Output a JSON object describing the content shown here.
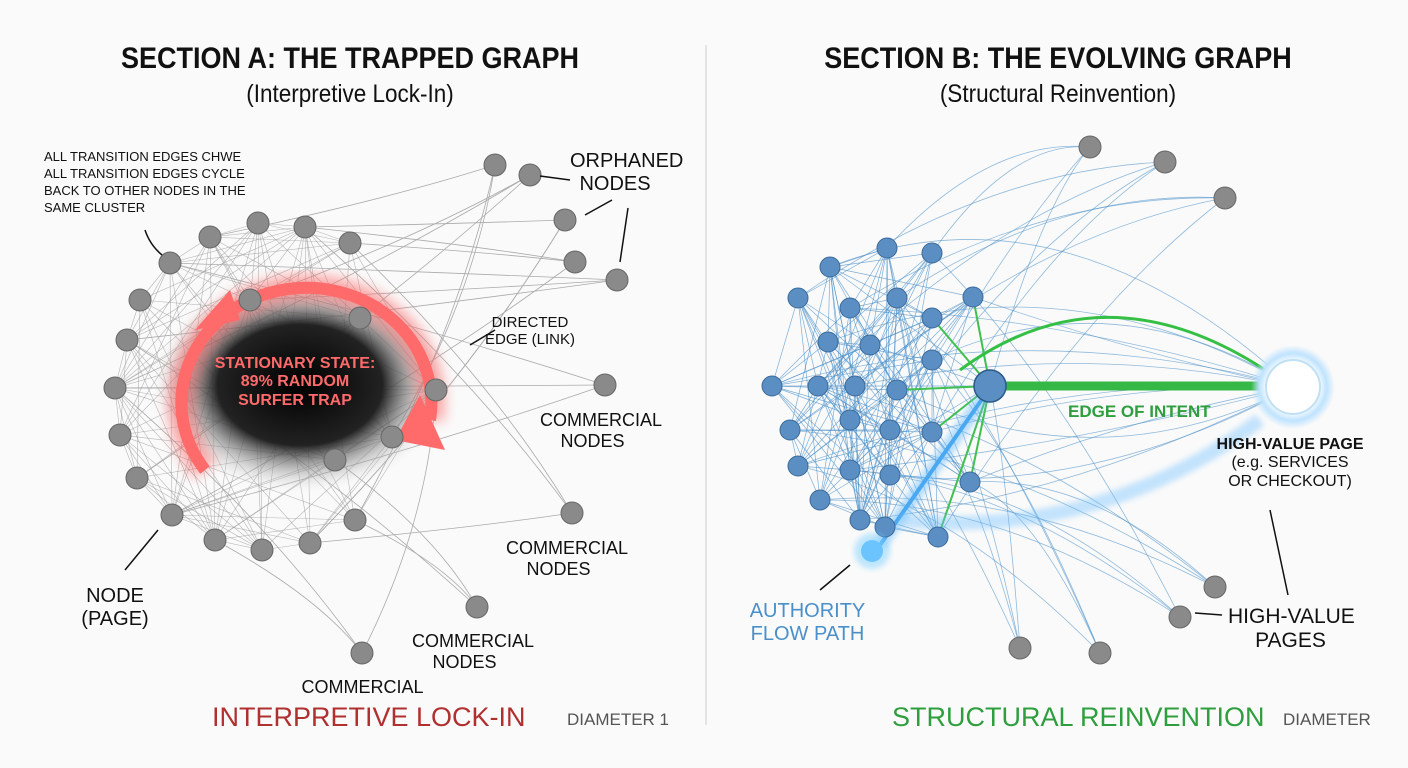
{
  "section_a": {
    "title": "SECTION A: THE TRAPPED GRAPH",
    "subtitle": "(Interpretive Lock-In)",
    "note_line1": "ALL TRANSITION EDGES CHWE",
    "note_line2": "ALL TRANSITION EDGES CYCLE",
    "note_line3": "BACK TO OTHER NODES IN THE",
    "note_line4": "SAME CLUSTER",
    "orphaned_1": "ORPHANED",
    "orphaned_2": "NODES",
    "directed_1": "DIRECTED",
    "directed_2": "EDGE (LINK)",
    "trap_1": "STATIONARY STATE:",
    "trap_2": "89% RANDOM",
    "trap_3": "SURFER TRAP",
    "commercial_a1": "COMMERCIAL",
    "commercial_a2": "NODES",
    "commercial_b1": "COMMERCIAL",
    "commercial_b2": "NODES",
    "commercial_c1": "COMMERCIAL",
    "commercial_c2": "NODES",
    "commercial_d": "COMMERCIAL",
    "node_1": "NODE",
    "node_2": "(PAGE)",
    "footer": "INTERPRETIVE LOCK-IN",
    "diameter": "DIAMETER 1"
  },
  "section_b": {
    "title": "SECTION B: THE EVOLVING GRAPH",
    "subtitle": "(Structural Reinvention)",
    "edge_of_intent": "EDGE OF INTENT",
    "hv_page_1": "HIGH-VALUE PAGE",
    "hv_page_2": "(e.g. SERVICES",
    "hv_page_3": "OR CHECKOUT)",
    "hv_pages_1": "HIGH-VALUE",
    "hv_pages_2": "PAGES",
    "authority_1": "AUTHORITY",
    "authority_2": "FLOW PATH",
    "footer": "STRUCTURAL REINVENTION",
    "diameter": "DIAMETER"
  },
  "colors": {
    "trap_red": "#ff4a4a",
    "footer_red": "#b03030",
    "green": "#2e9e3e",
    "blue": "#4a8fc8",
    "node_gray": "#8a8a8a",
    "node_blue": "#5b8fc4"
  }
}
